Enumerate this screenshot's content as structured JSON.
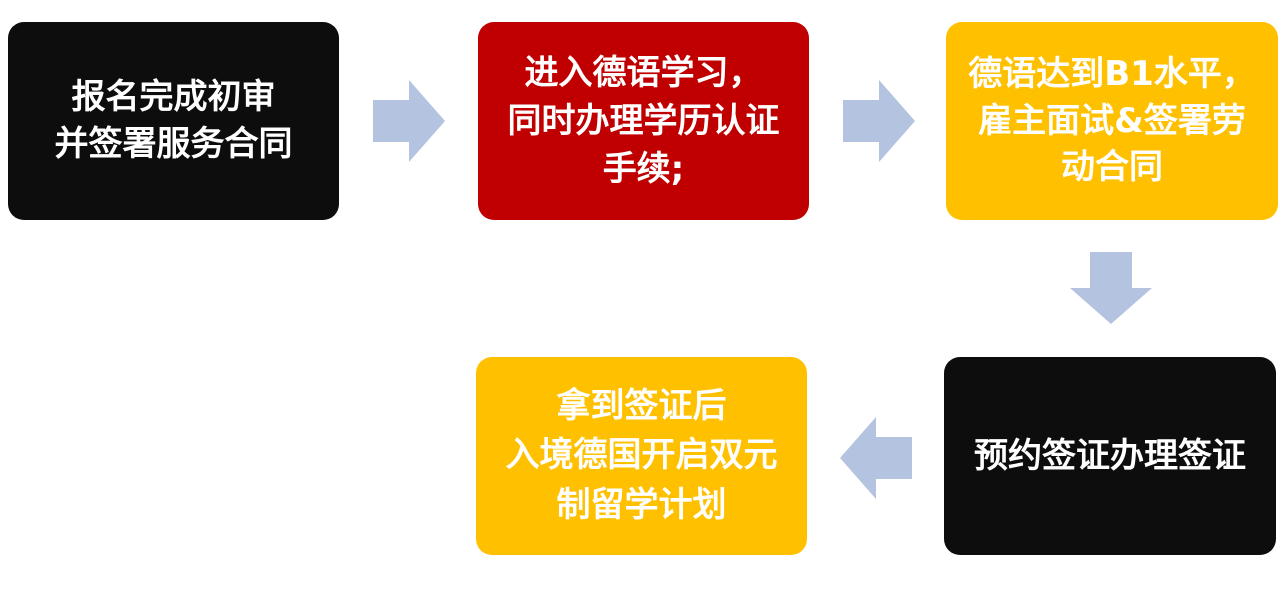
{
  "colors": {
    "black_box": "#0d0d0d",
    "red_box": "#c00000",
    "yellow_box": "#ffc000",
    "arrow": "#b4c3e0",
    "text": "#ffffff"
  },
  "steps": [
    {
      "lines": [
        "报名完成初审",
        "并签署服务合同"
      ],
      "color": "#0d0d0d"
    },
    {
      "lines": [
        "进入德语学习，",
        "同时办理学历认证",
        "手续;"
      ],
      "color": "#c00000"
    },
    {
      "lines": [
        "德语达到B1水平，",
        "雇主面试&签署劳",
        "动合同"
      ],
      "color": "#ffc000"
    },
    {
      "lines": [
        "预约签证办理签证"
      ],
      "color": "#0d0d0d"
    },
    {
      "lines": [
        "拿到签证后",
        "入境德国开启双元",
        "制留学计划"
      ],
      "color": "#ffc000"
    }
  ],
  "arrows": [
    {
      "direction": "right"
    },
    {
      "direction": "right"
    },
    {
      "direction": "down"
    },
    {
      "direction": "left"
    }
  ]
}
